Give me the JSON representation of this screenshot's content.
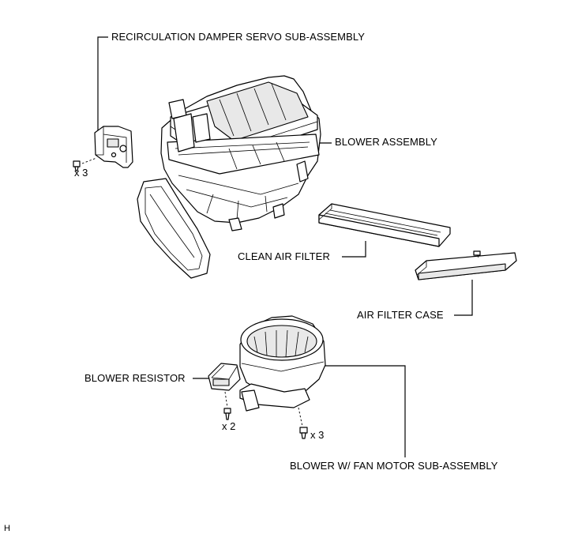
{
  "labels": {
    "recirculation_servo": "RECIRCULATION DAMPER SERVO SUB-ASSEMBLY",
    "blower_assembly": "BLOWER ASSEMBLY",
    "clean_air_filter": "CLEAN AIR FILTER",
    "air_filter_case": "AIR FILTER CASE",
    "blower_resistor": "BLOWER RESISTOR",
    "blower_fan_motor": "BLOWER W/ FAN MOTOR SUB-ASSEMBLY"
  },
  "quantities": {
    "servo_screws": "x 3",
    "resistor_screws": "x 2",
    "motor_screws": "x 3"
  },
  "corner_code": "H"
}
